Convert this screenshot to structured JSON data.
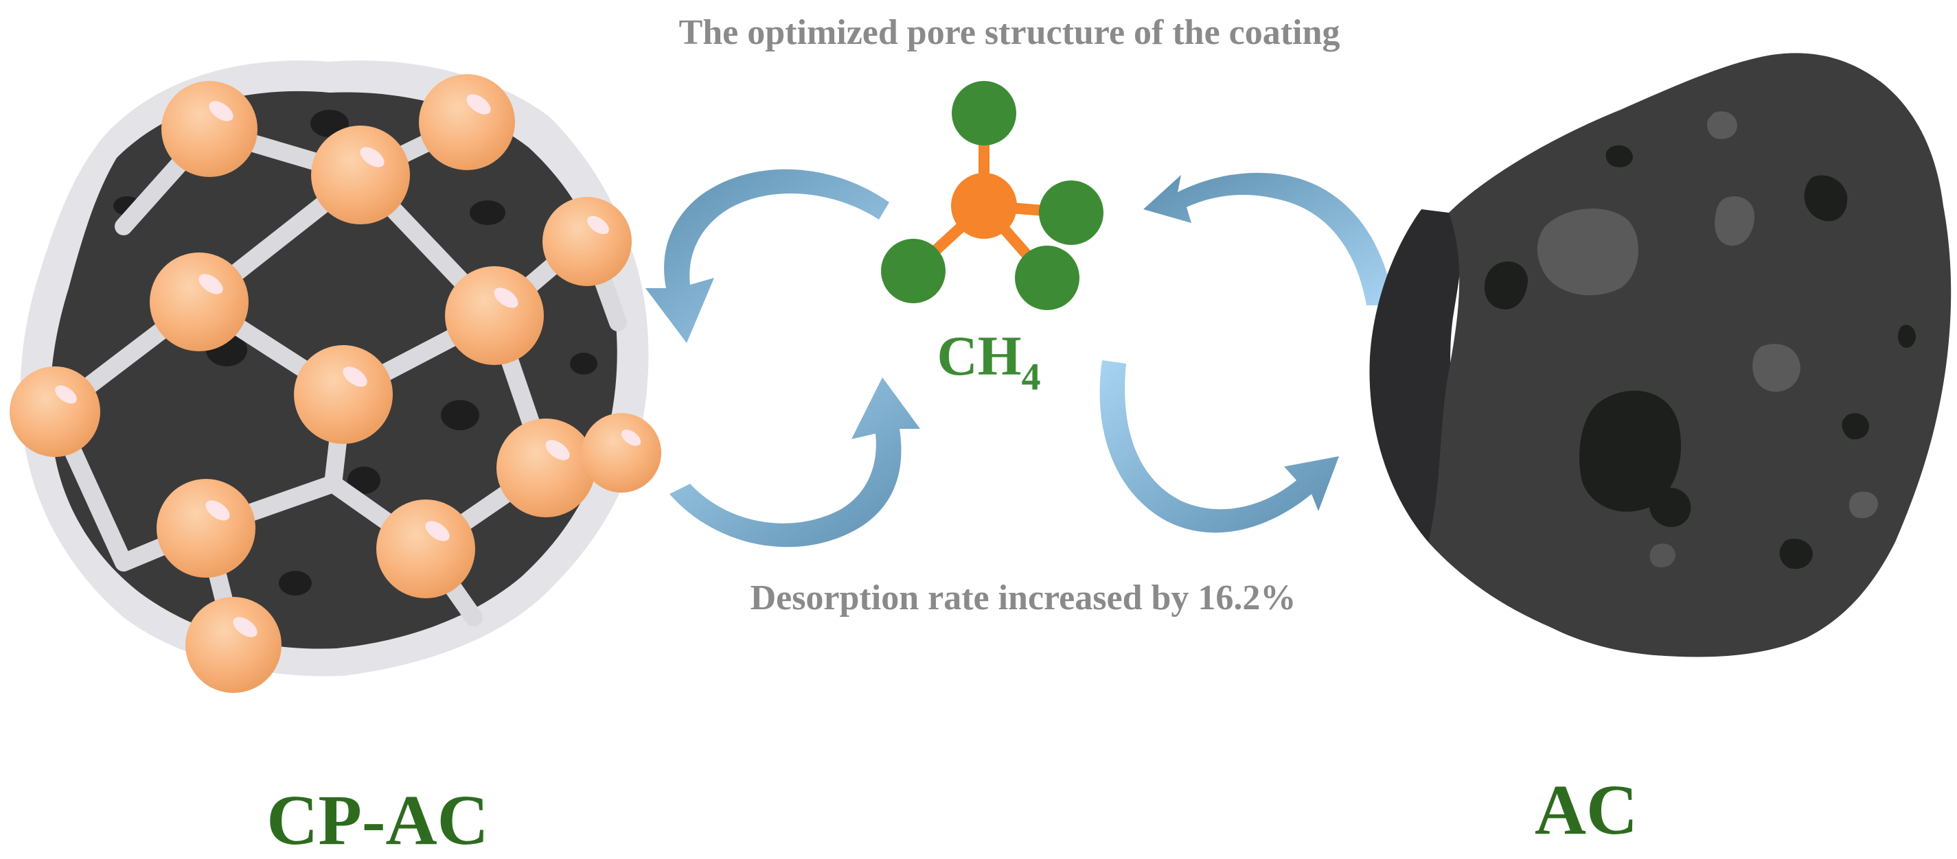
{
  "labels": {
    "top_caption": "The optimized pore structure of the coating",
    "bottom_caption": "Desorption rate increased by 16.2%",
    "molecule_main": "CH",
    "molecule_sub": "4",
    "left_particle": "CP-AC",
    "right_particle": "AC"
  },
  "colors": {
    "caption_grey": "#8a8a8a",
    "label_green": "#2e6b1f",
    "molecule_green": "#3d8b35",
    "carbon_orange": "#f5842a",
    "bond_orange": "#f5842a",
    "sphere_peach": "#f9b57f",
    "particle_dark": "#3a3a3a",
    "coating_grey": "#e4e4e8",
    "arrow_blue": "#8fc3e6"
  },
  "icons": {
    "left": "coated-activated-carbon-particle",
    "center": "methane-molecule",
    "right": "activated-carbon-particle",
    "arrows": "curved-arrow"
  }
}
